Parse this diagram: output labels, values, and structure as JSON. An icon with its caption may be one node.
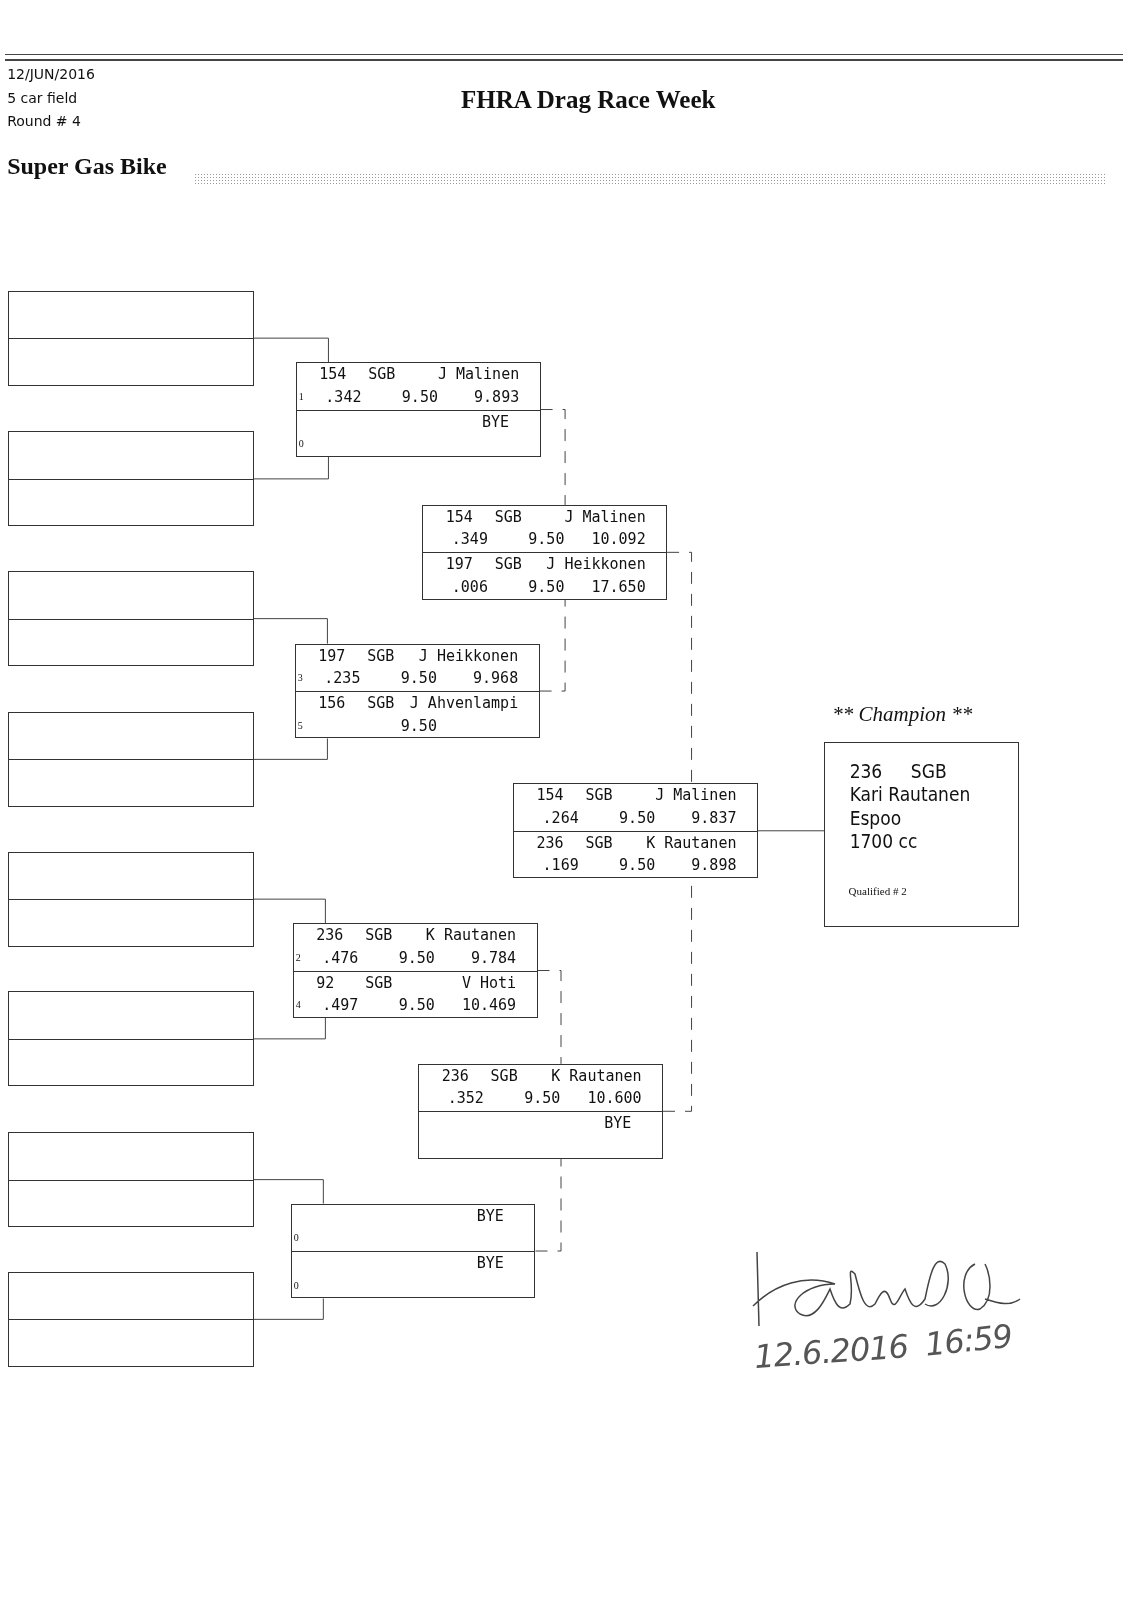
{
  "diagram": {
    "title": "FHRA Drag Race Week",
    "nodes": [
      {
        "text": [],
        "shape": "box"
      },
      {
        "text": [],
        "shape": "box"
      },
      {
        "text": [],
        "shape": "box"
      },
      {
        "text": [],
        "shape": "box"
      },
      {
        "text": [],
        "shape": "box"
      },
      {
        "text": [],
        "shape": "box"
      },
      {
        "text": [],
        "shape": "box"
      },
      {
        "text": [],
        "shape": "box"
      },
      {
        "text": [],
        "shape": "box"
      },
      {
        "text": [
          "154",
          "SGB",
          "J Malinen",
          "1",
          ".342",
          "9.50",
          "9.893"
        ],
        "in": 8
      },
      {
        "text": [
          "BYE",
          "0"
        ],
        "in": 8
      },
      {
        "text": [],
        "shape": "box"
      },
      {
        "text": [
          "154",
          "SGB",
          "J Malinen",
          ".349",
          "9.50",
          "10.092"
        ],
        "in": 11
      },
      {
        "text": [
          "197",
          "SGB",
          "J Heikkonen",
          ".006",
          "9.50",
          "17.650"
        ],
        "in": 11
      },
      {
        "text": [],
        "shape": "box"
      },
      {
        "text": [
          "197",
          "SGB",
          "J Heikkonen",
          "3",
          ".235",
          "9.50",
          "9.968"
        ],
        "in": 14
      },
      {
        "text": [
          "156",
          "SGB",
          "J Ahvenlampi",
          "5",
          "9.50"
        ],
        "in": 14
      },
      {
        "text": [
          "** Champion **",
          "236",
          "SGB",
          "Kari Rautanen",
          "Espoo",
          "1700 cc",
          "Qualified # 2"
        ]
      },
      {
        "text": [],
        "shape": "box"
      },
      {
        "text": [
          "154",
          "SGB",
          "J Malinen",
          ".264",
          "9.50",
          "9.837"
        ],
        "in": 18
      },
      {
        "text": [
          "236",
          "SGB",
          "K Rautanen",
          ".169",
          "9.50",
          "9.898"
        ],
        "in": 18
      },
      {
        "text": [],
        "shape": "box"
      },
      {
        "text": [
          "236",
          "SGB",
          "K Rautanen",
          "2",
          ".476",
          "9.50",
          "9.784"
        ],
        "in": 21
      },
      {
        "text": [
          "92",
          "SGB",
          "V Hoti",
          "4",
          ".497",
          "9.50",
          "10.469"
        ],
        "in": 21
      },
      {
        "text": [],
        "shape": "box"
      },
      {
        "text": [
          "236",
          "SGB",
          "K Rautanen",
          ".352",
          "9.50",
          "10.600"
        ],
        "in": 24
      },
      {
        "text": [
          "BYE"
        ],
        "in": 24
      },
      {
        "text": [],
        "shape": "box"
      },
      {
        "text": [
          "BYE",
          "0"
        ],
        "in": 27
      },
      {
        "text": [
          "BYE",
          "0"
        ],
        "in": 27
      }
    ],
    "edges": [
      {
        "from": 0,
        "to": 8,
        "arrow": "none"
      },
      {
        "from": 1,
        "to": 8,
        "arrow": "none"
      },
      {
        "from": 2,
        "to": 14,
        "arrow": "none"
      },
      {
        "from": 3,
        "to": 14,
        "arrow": "none"
      },
      {
        "from": 4,
        "to": 21,
        "arrow": "none"
      },
      {
        "from": 5,
        "to": 21,
        "arrow": "none"
      },
      {
        "from": 6,
        "to": 27,
        "arrow": "none"
      },
      {
        "from": 7,
        "to": 27,
        "arrow": "none"
      },
      {
        "from": 8,
        "to": 11,
        "arrow": "none",
        "style": "dashed"
      },
      {
        "from": 14,
        "to": 11,
        "arrow": "none",
        "style": "dashed"
      },
      {
        "from": 21,
        "to": 24,
        "arrow": "none",
        "style": "dashed"
      },
      {
        "from": 27,
        "to": 24,
        "arrow": "none",
        "style": "dashed"
      },
      {
        "from": 11,
        "to": 18,
        "arrow": "none",
        "style": "dashed"
      },
      {
        "from": 24,
        "to": 18,
        "arrow": "none",
        "style": "dashed"
      },
      {
        "from": 18,
        "to": 17,
        "arrow": "none"
      }
    ],
    "labels": [
      "12/JUN/2016",
      "5 car field",
      "Round # 4",
      "Super Gas Bike",
      "12.6.2016",
      "16:59"
    ]
  }
}
